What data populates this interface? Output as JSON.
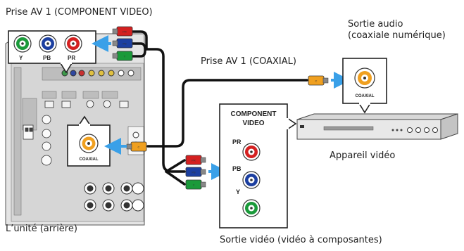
{
  "labels": {
    "av1_component": "Prise AV 1 (COMPONENT VIDEO)",
    "audio_out_line1": "Sortie audio",
    "audio_out_line2": "(coaxiale numérique)",
    "av1_coaxial": "Prise AV 1 (COAXIAL)",
    "video_device": "Appareil vidéo",
    "unit_rear": "L’unité (arrière)",
    "video_out": "Sortie vidéo (vidéo à composantes)"
  },
  "component_box": {
    "title_line1": "COMPONENT",
    "title_line2": "VIDEO",
    "pr": "PR",
    "pb": "PB",
    "y": "Y"
  },
  "unit_jacks": {
    "y": "Y",
    "pb": "PB",
    "pr": "PR"
  },
  "coaxial_label": "COAXIAL",
  "plug_labels": {
    "pr": "PR",
    "pb": "PB",
    "y": "Y",
    "coax": "C"
  },
  "colors": {
    "green": "#1a9a3a",
    "blue": "#1c3fa0",
    "red": "#d42020",
    "orange": "#f0a020",
    "arrow": "#3aa0e8",
    "cable": "#111111"
  }
}
